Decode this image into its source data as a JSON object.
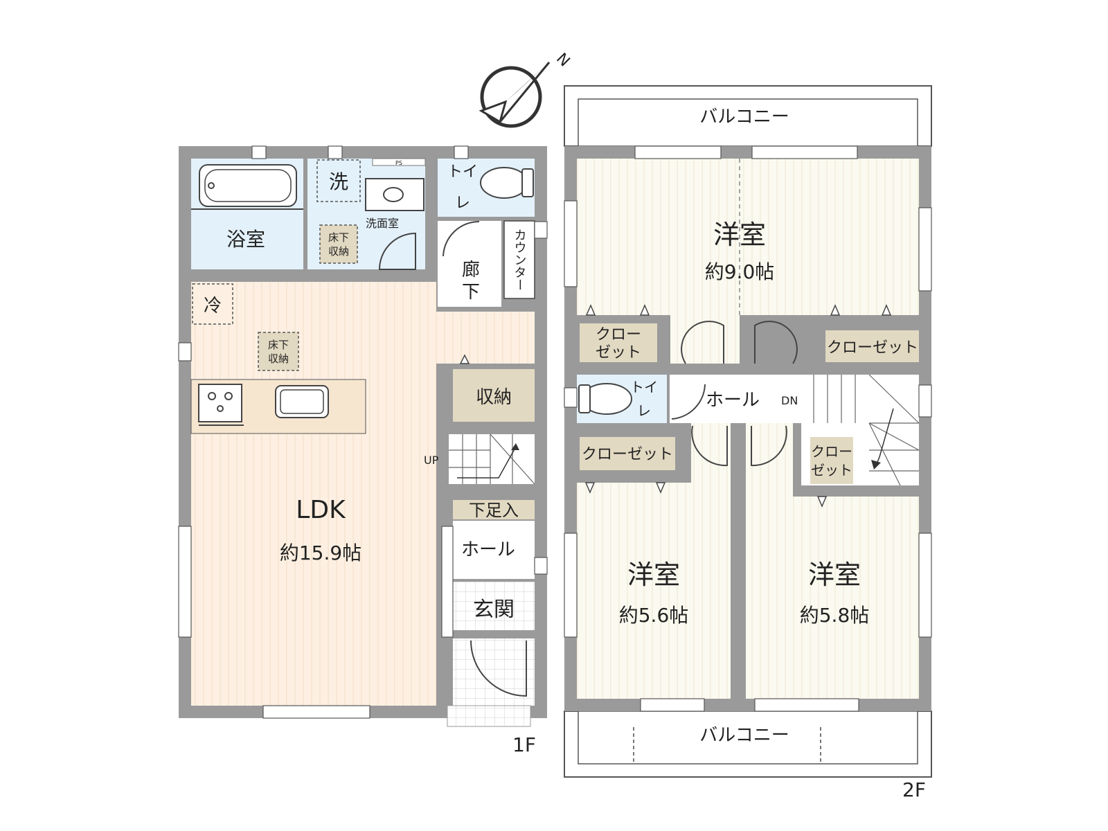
{
  "compass": {
    "north_label": "N"
  },
  "floor1": {
    "label": "1F",
    "bathroom": "浴室",
    "washer": "洗",
    "washroom": "洗面室",
    "underfloor_storage_1": [
      "床下",
      "収納"
    ],
    "toilet": [
      "トイ",
      "レ"
    ],
    "corridor": [
      "廊",
      "下"
    ],
    "counter": "カウンター",
    "fridge": "冷",
    "underfloor_storage_2": [
      "床下",
      "収納"
    ],
    "storage": "収納",
    "up": "UP",
    "ldk": "LDK",
    "ldk_size": "約15.9帖",
    "shoe_storage": "下足入",
    "hall": "ホール",
    "entrance": "玄関",
    "ps": "PS"
  },
  "floor2": {
    "label": "2F",
    "balcony_top": "バルコニー",
    "balcony_bottom": "バルコニー",
    "room_main": "洋室",
    "room_main_size": "約9.0帖",
    "closet_left": [
      "クロー",
      "ゼット"
    ],
    "closet_right": "クローゼット",
    "toilet": [
      "トイ",
      "レ"
    ],
    "hall": "ホール",
    "dn": "DN",
    "closet_bl": "クローゼット",
    "closet_br": [
      "クロー",
      "ゼット"
    ],
    "room_bl": "洋室",
    "room_bl_size": "約5.6帖",
    "room_br": "洋室",
    "room_br_size": "約5.8帖"
  },
  "colors": {
    "wall": "#9a9a9a",
    "floor_wood": "#fdf0e2",
    "wet_area": "#e3f1fb",
    "closet": "#e2d9c2",
    "bedroom_floor": "#fbfaf0"
  }
}
